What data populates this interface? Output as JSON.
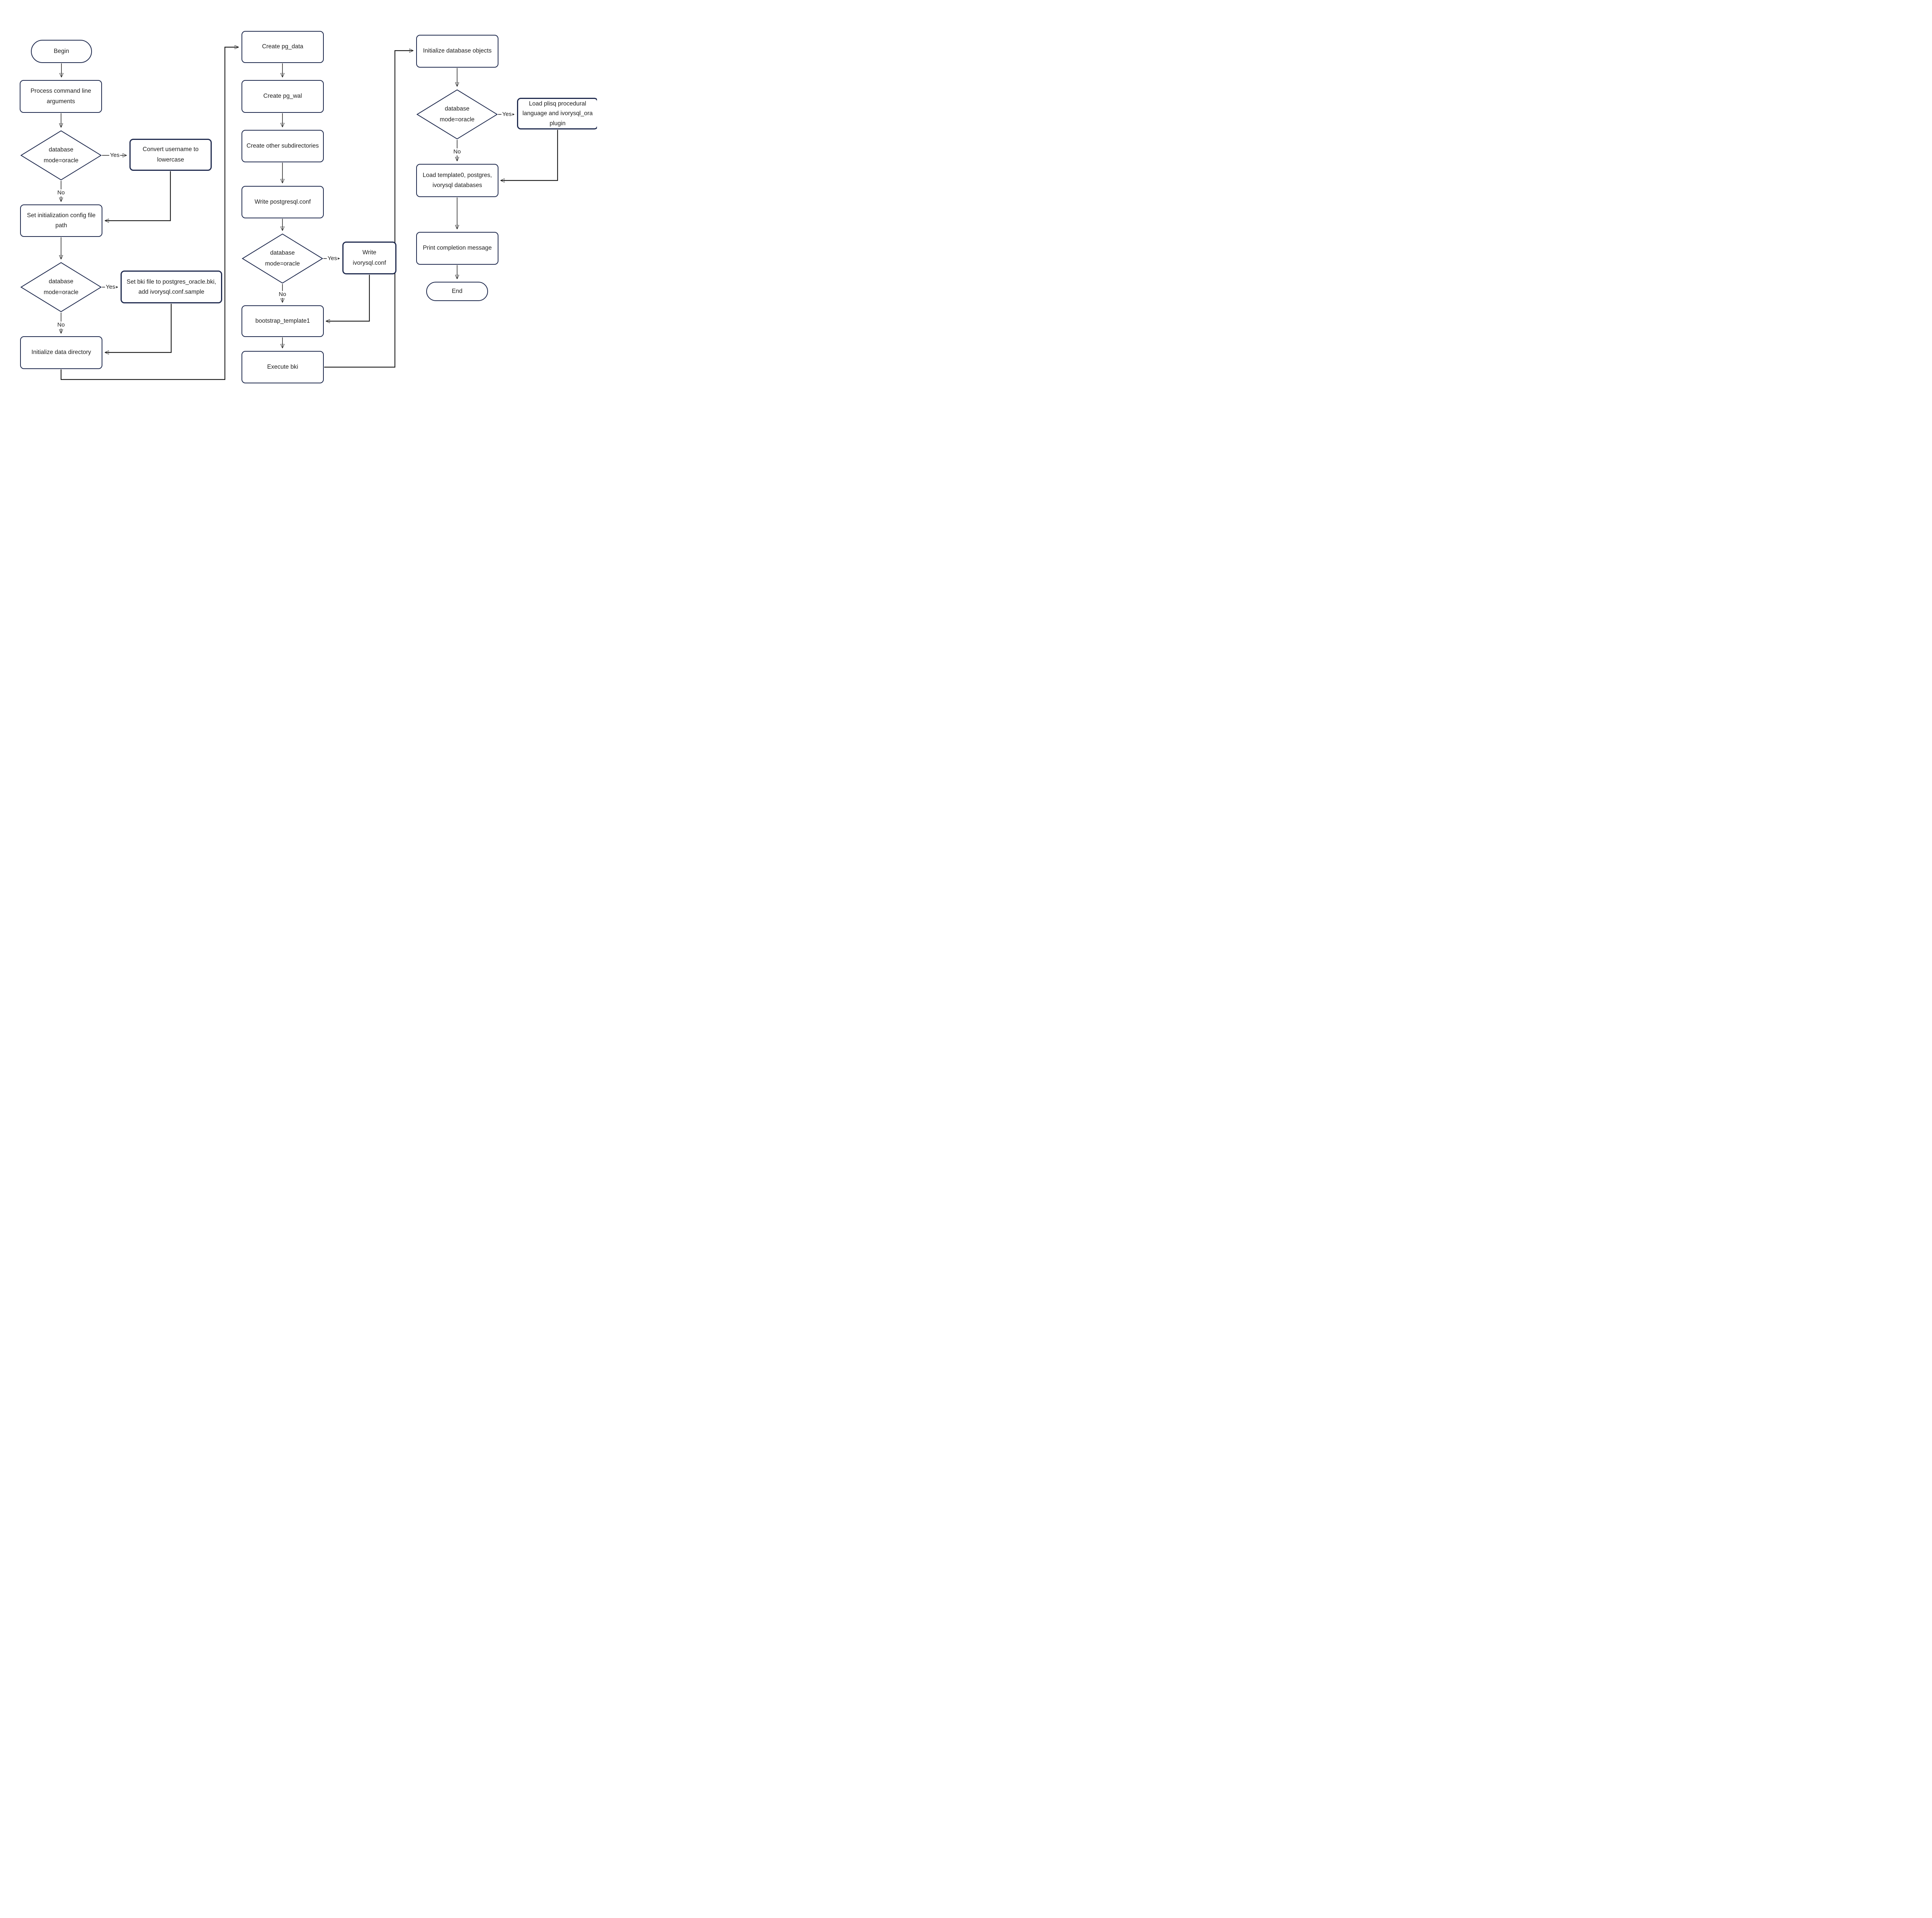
{
  "canvas": {
    "background": "#ffffff"
  },
  "colors": {
    "node_border": "#1f2a4e",
    "connector": "#1a1a1a",
    "text": "#1c1c1c"
  },
  "labels": {
    "yes": "Yes",
    "no": "No"
  },
  "nodes": {
    "begin": {
      "label": "Begin",
      "type": "terminal"
    },
    "process_args": {
      "label": "Process command line arguments",
      "type": "process"
    },
    "decision_oracle_1": {
      "label": "database mode=oracle",
      "type": "decision"
    },
    "convert_username": {
      "label": "Convert username to lowercase",
      "type": "process"
    },
    "set_init_config": {
      "label": "Set initialization config file path",
      "type": "process"
    },
    "decision_oracle_2": {
      "label": "database mode=oracle",
      "type": "decision"
    },
    "set_bki_file": {
      "label": "Set bki file to postgres_oracle.bki, add ivorysql.conf.sample",
      "type": "process"
    },
    "init_data_dir": {
      "label": "Initialize data directory",
      "type": "process"
    },
    "create_pg_data": {
      "label": "Create pg_data",
      "type": "process"
    },
    "create_pg_wal": {
      "label": "Create pg_wal",
      "type": "process"
    },
    "create_other_subdirs": {
      "label": "Create other subdirectories",
      "type": "process"
    },
    "write_postgresql_conf": {
      "label": "Write postgresql.conf",
      "type": "process"
    },
    "decision_oracle_3": {
      "label": "database mode=oracle",
      "type": "decision"
    },
    "write_ivorysql_conf": {
      "label": "Write ivorysql.conf",
      "type": "process"
    },
    "bootstrap_template1": {
      "label": "bootstrap_template1",
      "type": "process"
    },
    "execute_bki": {
      "label": "Execute bki",
      "type": "process"
    },
    "init_db_objects": {
      "label": "Initialize database objects",
      "type": "process"
    },
    "decision_oracle_4": {
      "label": "database mode=oracle",
      "type": "decision"
    },
    "load_plisq_plugin": {
      "label": "Load plisq procedural language and ivorysql_ora plugin",
      "type": "process"
    },
    "load_databases": {
      "label": "Load template0, postgres, ivorysql databases",
      "type": "process"
    },
    "print_completion": {
      "label": "Print completion message",
      "type": "process"
    },
    "end": {
      "label": "End",
      "type": "terminal"
    }
  }
}
